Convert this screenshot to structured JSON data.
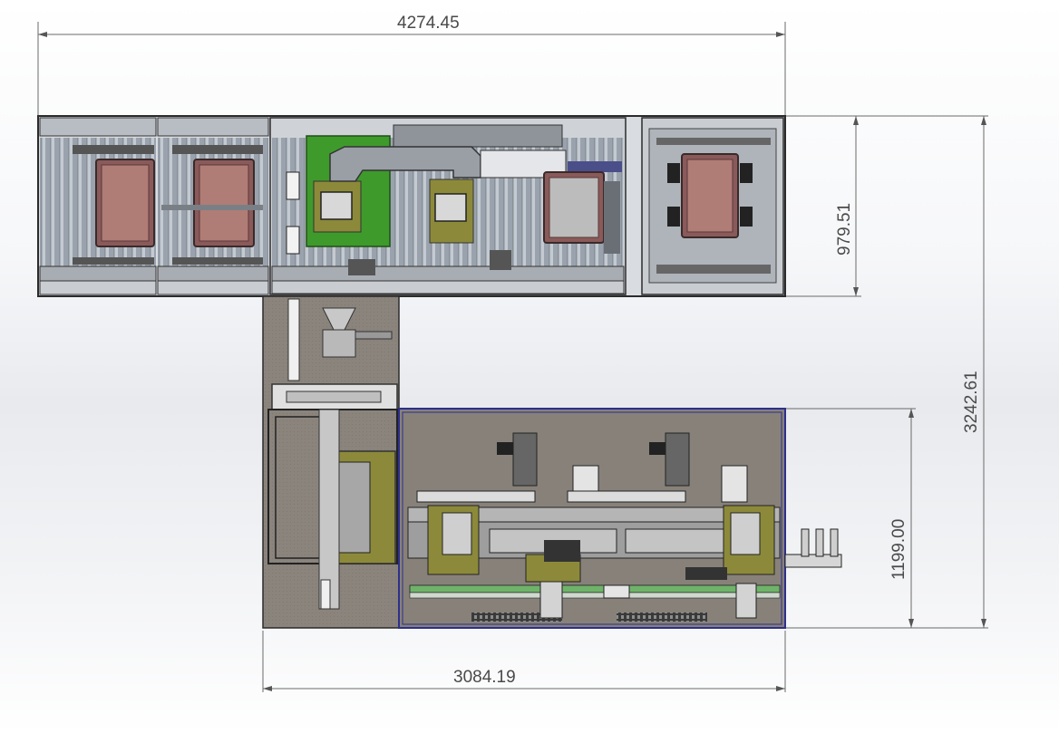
{
  "dimensions": {
    "overall_width": "4274.45",
    "conveyor_depth": "979.51",
    "overall_height": "3242.61",
    "station_depth": "1199.00",
    "base_width": "3084.19"
  },
  "colors": {
    "dimension_line": "#6a6a6a",
    "frame": "#2b2b2b",
    "roller": "#9aa3ad",
    "tray": "#8a5a5a",
    "pcb_green": "#3f9a2c",
    "base_plate": "#87817a",
    "panel_blue": "#2d2f8a",
    "olive": "#8c8a3a"
  }
}
